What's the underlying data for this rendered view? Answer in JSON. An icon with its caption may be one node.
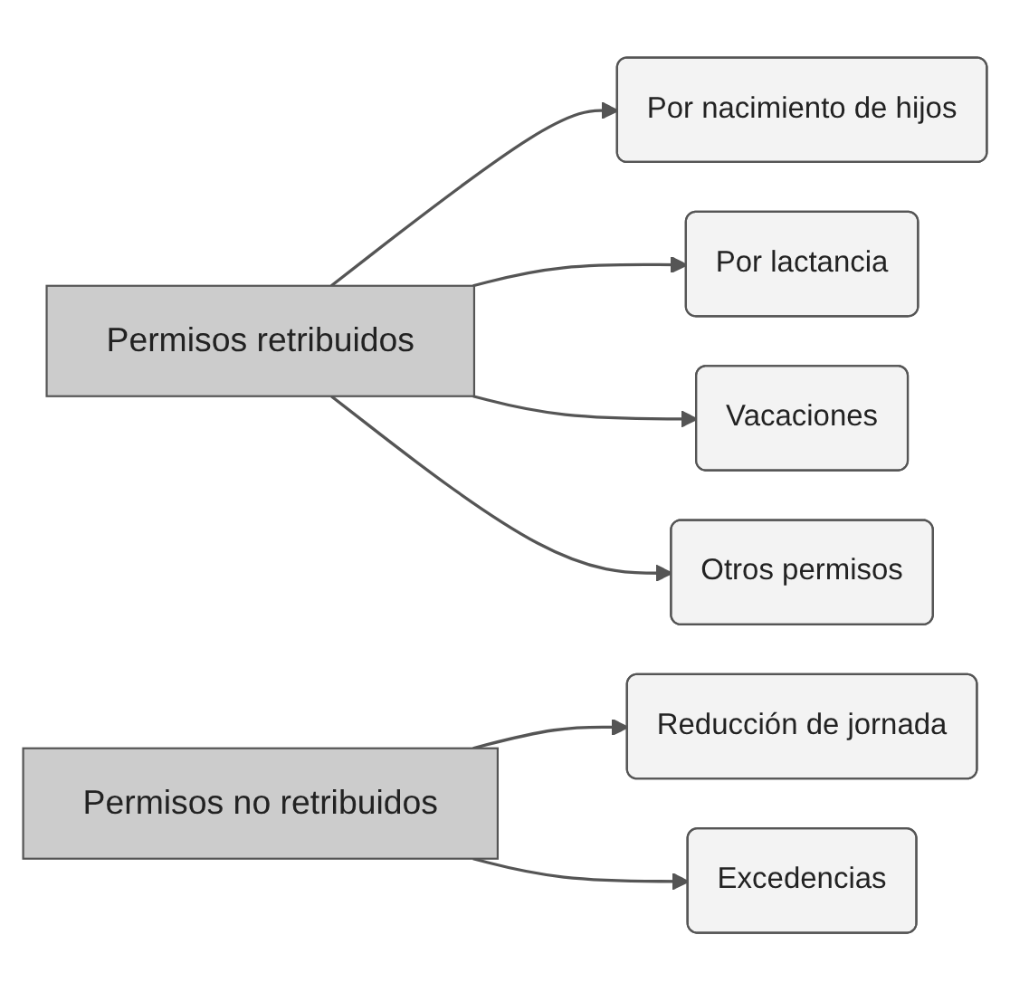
{
  "diagram": {
    "nodes": [
      {
        "text": [
          "Permisos retribuidos"
        ]
      },
      {
        "text": [
          "Por nacimiento de hijos"
        ]
      },
      {
        "text": [
          "Por lactancia"
        ]
      },
      {
        "text": [
          "Vacaciones"
        ]
      },
      {
        "text": [
          "Otros permisos"
        ]
      },
      {
        "text": [
          "Permisos no retribuidos"
        ]
      },
      {
        "text": [
          "Reducción de jornada"
        ]
      },
      {
        "text": [
          "Excedencias"
        ]
      }
    ],
    "edges": [
      {
        "from": 0,
        "to": 1,
        "arrow": "to"
      },
      {
        "from": 0,
        "to": 2,
        "arrow": "to"
      },
      {
        "from": 0,
        "to": 3,
        "arrow": "to"
      },
      {
        "from": 0,
        "to": 4,
        "arrow": "to"
      },
      {
        "from": 5,
        "to": 6,
        "arrow": "to"
      },
      {
        "from": 5,
        "to": 7,
        "arrow": "to"
      }
    ]
  }
}
